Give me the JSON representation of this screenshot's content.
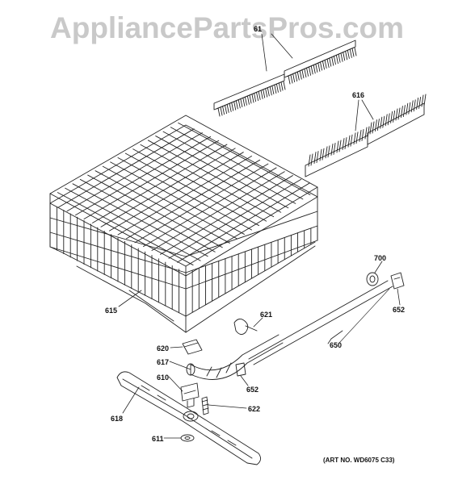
{
  "watermark": "AppliancePartsPros.com",
  "art_number": "(ART NO. WD6075 C33)",
  "callouts": {
    "p61": "61",
    "p616": "616",
    "p615": "615",
    "p700": "700",
    "p652a": "652",
    "p621": "621",
    "p650": "650",
    "p620": "620",
    "p617": "617",
    "p610": "610",
    "p652b": "652",
    "p622": "622",
    "p618": "618",
    "p611": "611"
  }
}
